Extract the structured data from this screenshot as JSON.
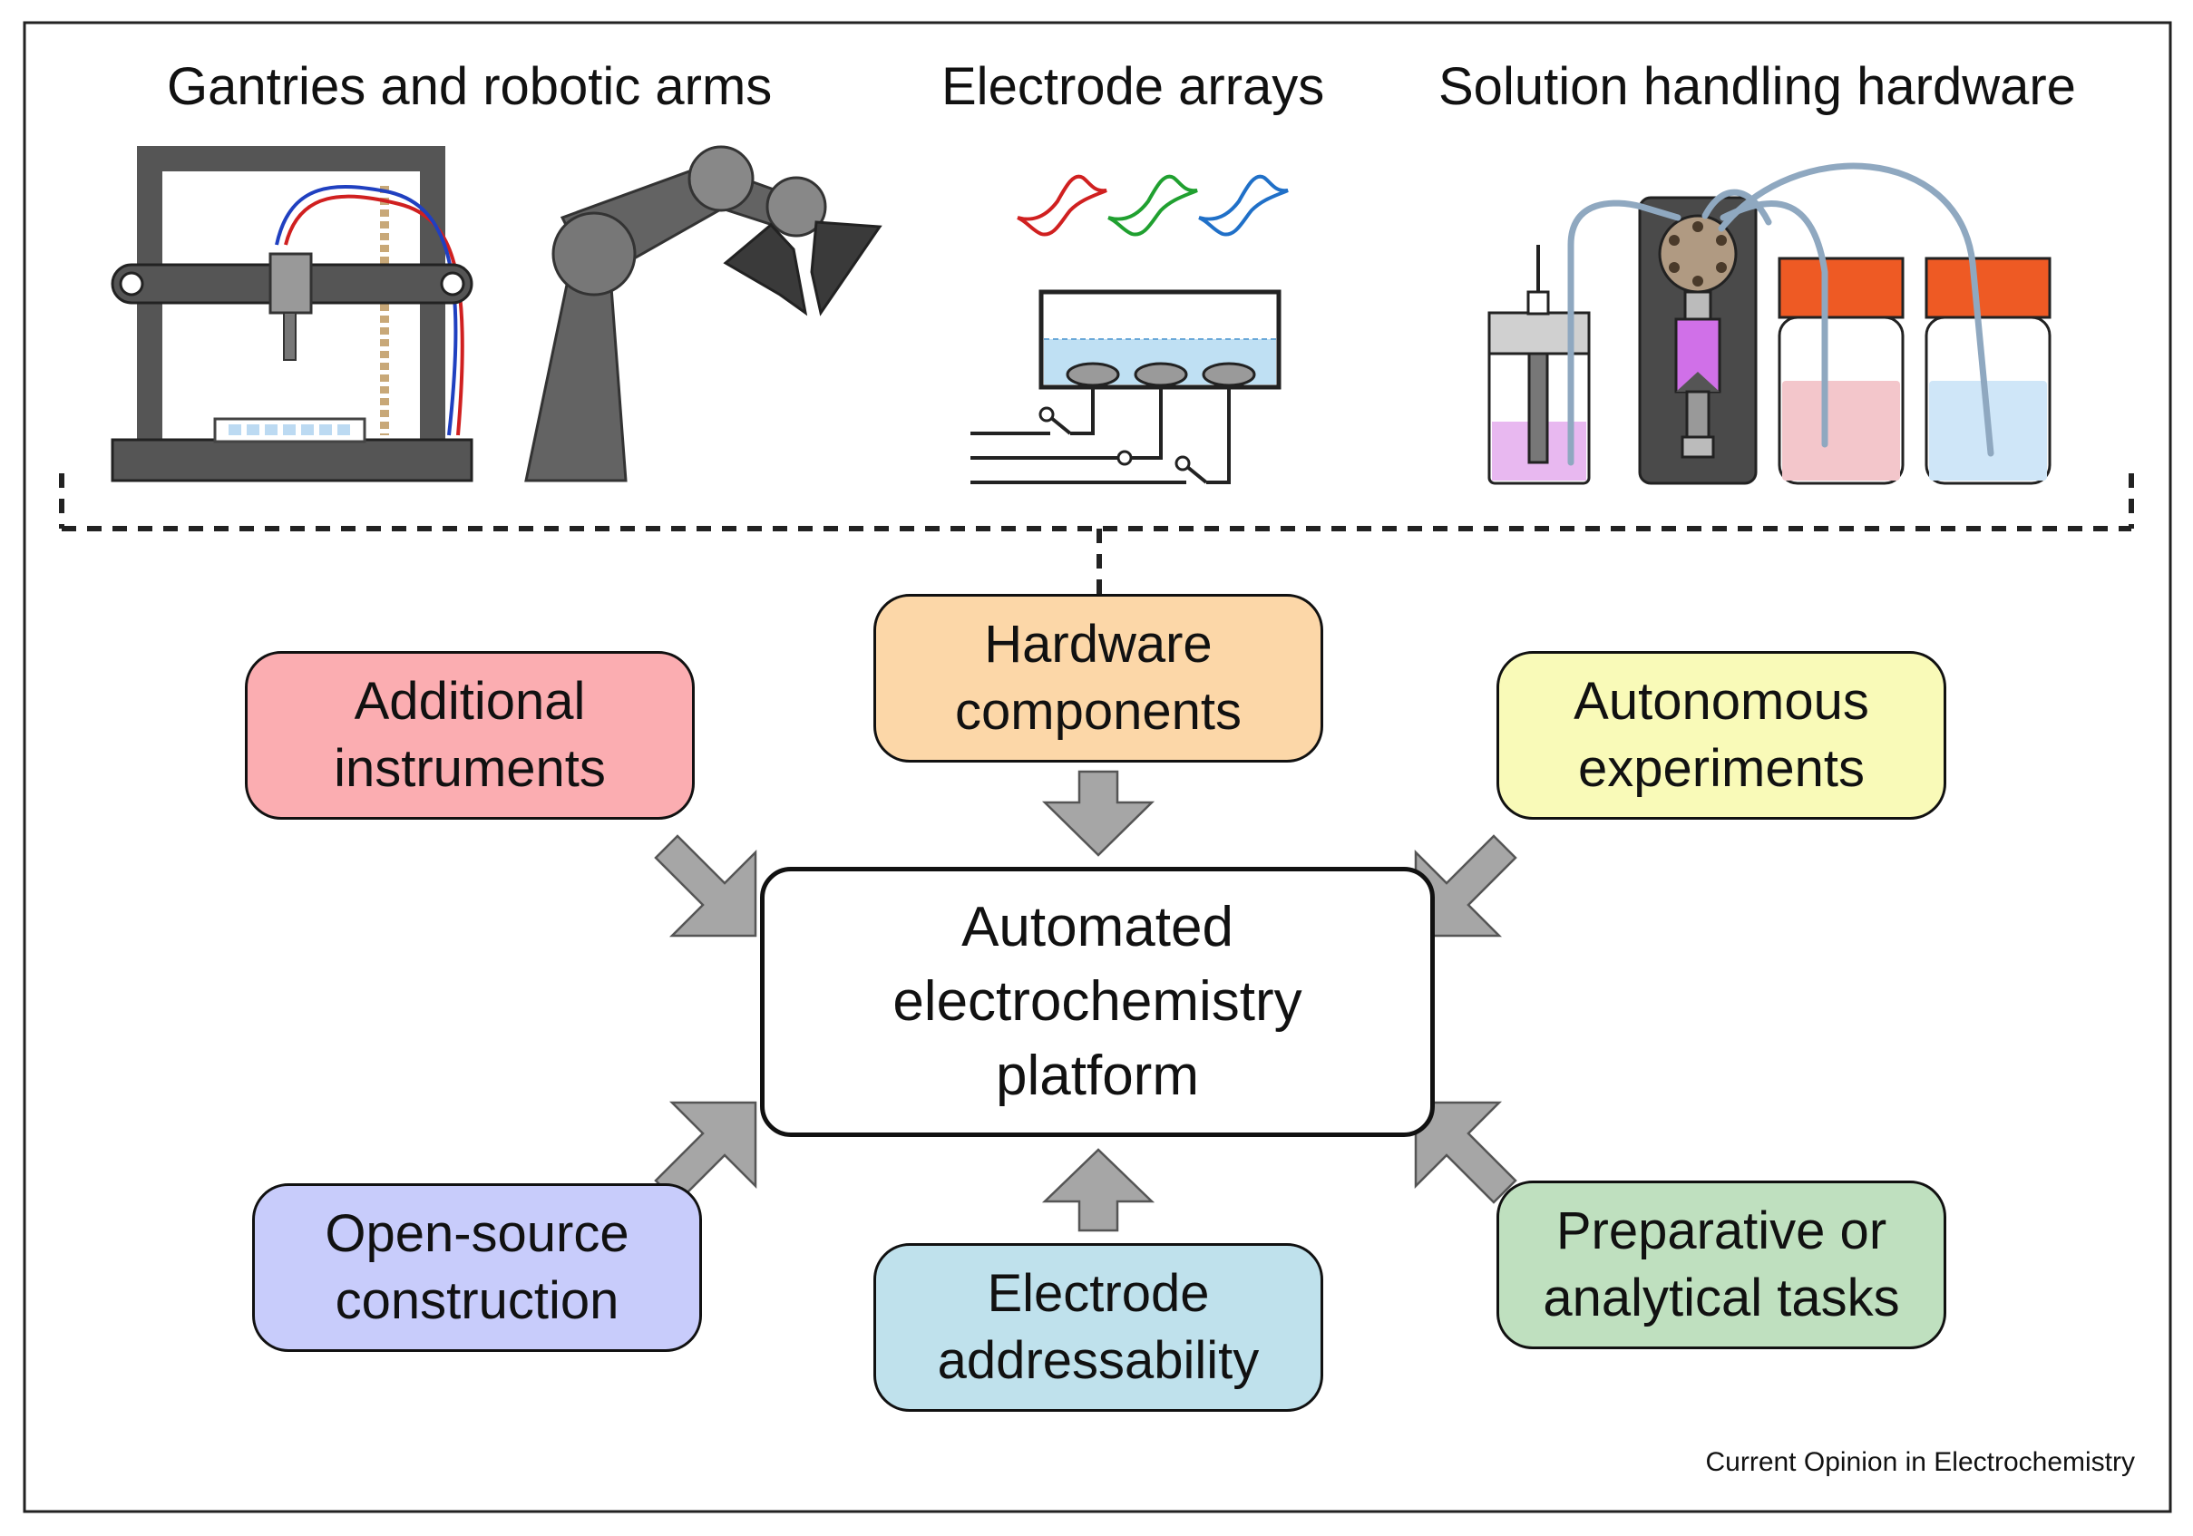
{
  "headers": {
    "gantries": "Gantries and robotic arms",
    "electrodes": "Electrode arrays",
    "solution": "Solution handling hardware"
  },
  "center": {
    "label": "Automated\nelectrochemistry\nplatform"
  },
  "boxes": {
    "hardware": {
      "label": "Hardware\ncomponents",
      "color": "#fcd7a8"
    },
    "additional": {
      "label": "Additional\ninstruments",
      "color": "#fbadb1"
    },
    "autonomous": {
      "label": "Autonomous\nexperiments",
      "color": "#f9fab8"
    },
    "opensource": {
      "label": "Open-source\nconstruction",
      "color": "#c8ccfb"
    },
    "addressability": {
      "label": "Electrode\naddressability",
      "color": "#bfe1ec"
    },
    "preparative": {
      "label": "Preparative or\nanalytical tasks",
      "color": "#bfe0bf"
    }
  },
  "colors": {
    "arrow": "#a6a6a6",
    "hardware_gray": "#646464",
    "cv_red": "#d02020",
    "cv_green": "#20a030",
    "cv_blue": "#2070c8",
    "cap_orange": "#ee5a24",
    "liquid_pink": "#f3c6cb",
    "liquid_blue": "#cfe6f8",
    "liquid_violet": "#e8b8f0"
  },
  "footer": {
    "credit": "Current Opinion in Electrochemistry"
  }
}
